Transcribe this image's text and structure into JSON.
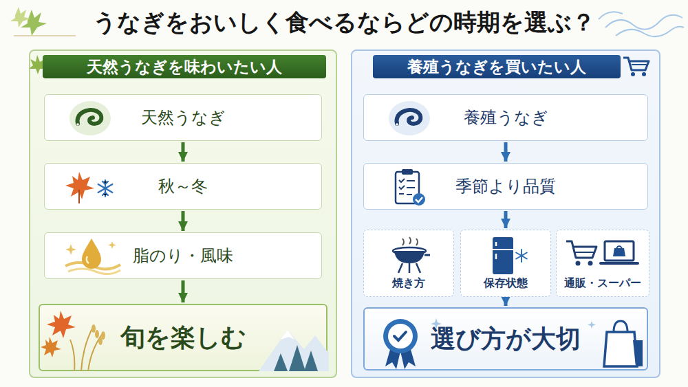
{
  "diagram": {
    "title": "うなぎをおいしく食べるならどの時期を選ぶ？",
    "nodes": [
      {
        "text": [
          "天然うなぎを味わいたい人"
        ]
      },
      {
        "text": [
          "天然うなぎ"
        ],
        "in": 0
      },
      {
        "text": [
          "秋～冬"
        ],
        "in": 0
      },
      {
        "text": [
          "脂のり・風味"
        ],
        "in": 0
      },
      {
        "text": [
          "旬を楽しむ"
        ],
        "in": 0
      },
      {
        "text": [
          "養殖うなぎを買いたい人"
        ]
      },
      {
        "text": [
          "養殖うなぎ"
        ],
        "in": 5
      },
      {
        "text": [
          "季節より品質"
        ],
        "in": 5
      },
      {
        "text": [
          "焼き方"
        ],
        "in": 5
      },
      {
        "text": [
          "保存状態"
        ],
        "in": 5
      },
      {
        "text": [
          "通販・スーパー"
        ],
        "in": 5
      },
      {
        "text": [
          "選び方が大切"
        ],
        "in": 5
      }
    ],
    "edges": [
      {
        "from": 1,
        "to": 2,
        "arrow": "to"
      },
      {
        "from": 2,
        "to": 3,
        "arrow": "to"
      },
      {
        "from": 3,
        "to": 4,
        "arrow": "to"
      },
      {
        "from": 6,
        "to": 7,
        "arrow": "to"
      },
      {
        "from": 7,
        "to": 9,
        "arrow": "to"
      },
      {
        "from": 9,
        "to": 11,
        "arrow": "to"
      }
    ]
  }
}
